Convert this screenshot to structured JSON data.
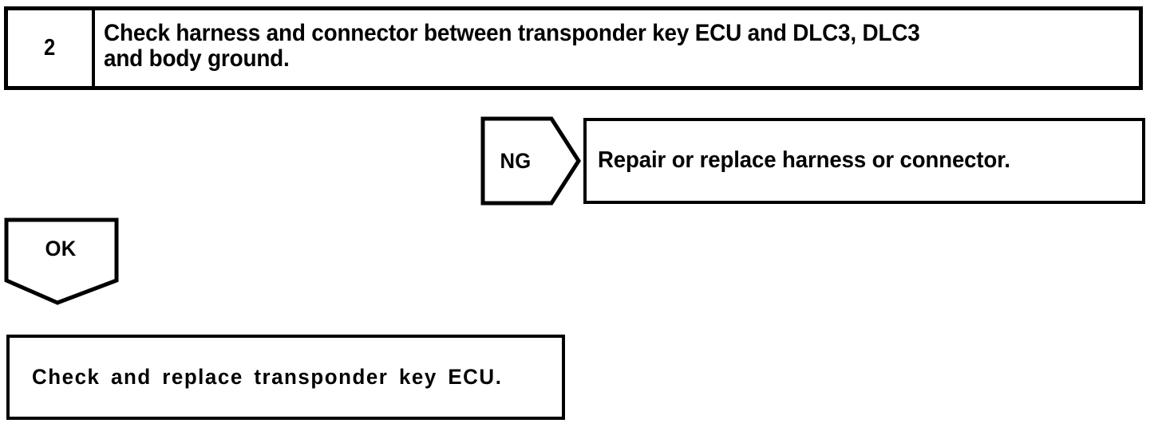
{
  "diagram": {
    "type": "troubleshooting-flowchart",
    "stroke_color": "#000000",
    "background_color": "#ffffff",
    "step": {
      "number": "2",
      "instruction": "Check harness and connector between transponder key ECU and DLC3, DLC3\nand body ground."
    },
    "branches": {
      "ng": {
        "label": "NG",
        "result": "Repair or replace harness or connector."
      },
      "ok": {
        "label": "OK",
        "result": "Check and replace transponder key ECU."
      }
    }
  }
}
